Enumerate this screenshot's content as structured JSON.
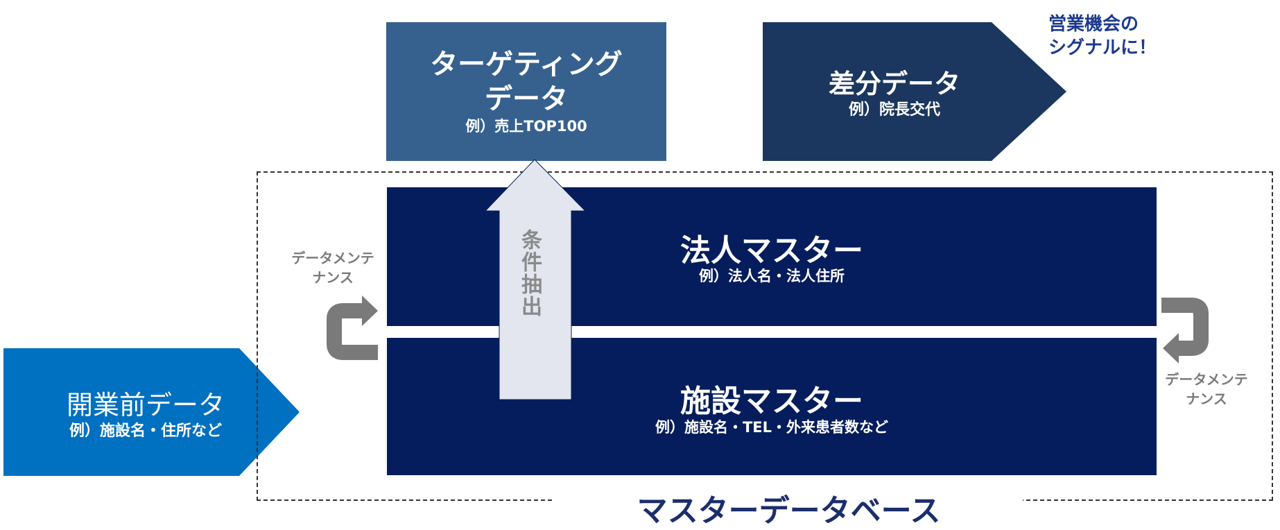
{
  "targeting": {
    "title_line1": "ターゲティング",
    "title_line2": "データ",
    "example": "例）売上TOP100"
  },
  "diff": {
    "title": "差分データ",
    "example": "例）院長交代"
  },
  "signal": {
    "text": "営業機会の\nシグナルに！"
  },
  "corporate_master": {
    "title": "法人マスター",
    "example": "例）法人名・法人住所"
  },
  "facility_master": {
    "title": "施設マスター",
    "example": "例）施設名・TEL・外来患者数など"
  },
  "pre_opening": {
    "title": "開業前データ",
    "example": "例）施設名・住所など"
  },
  "maintenance_left": {
    "line1": "データメンテ",
    "line2": "ナンス"
  },
  "maintenance_right": {
    "line1": "データメンテ",
    "line2": "ナンス"
  },
  "extraction": {
    "label": "条件抽出"
  },
  "database": {
    "label": "マスターデータベース"
  },
  "colors": {
    "targeting": "#36618f",
    "diff": "#1b3760",
    "master": "#051d5c",
    "pre_opening": "#0070c0",
    "arrow_light": "#e3e6ef",
    "maintenance_arrow": "#7a7a7a",
    "signal_text": "#1b3a8c"
  }
}
